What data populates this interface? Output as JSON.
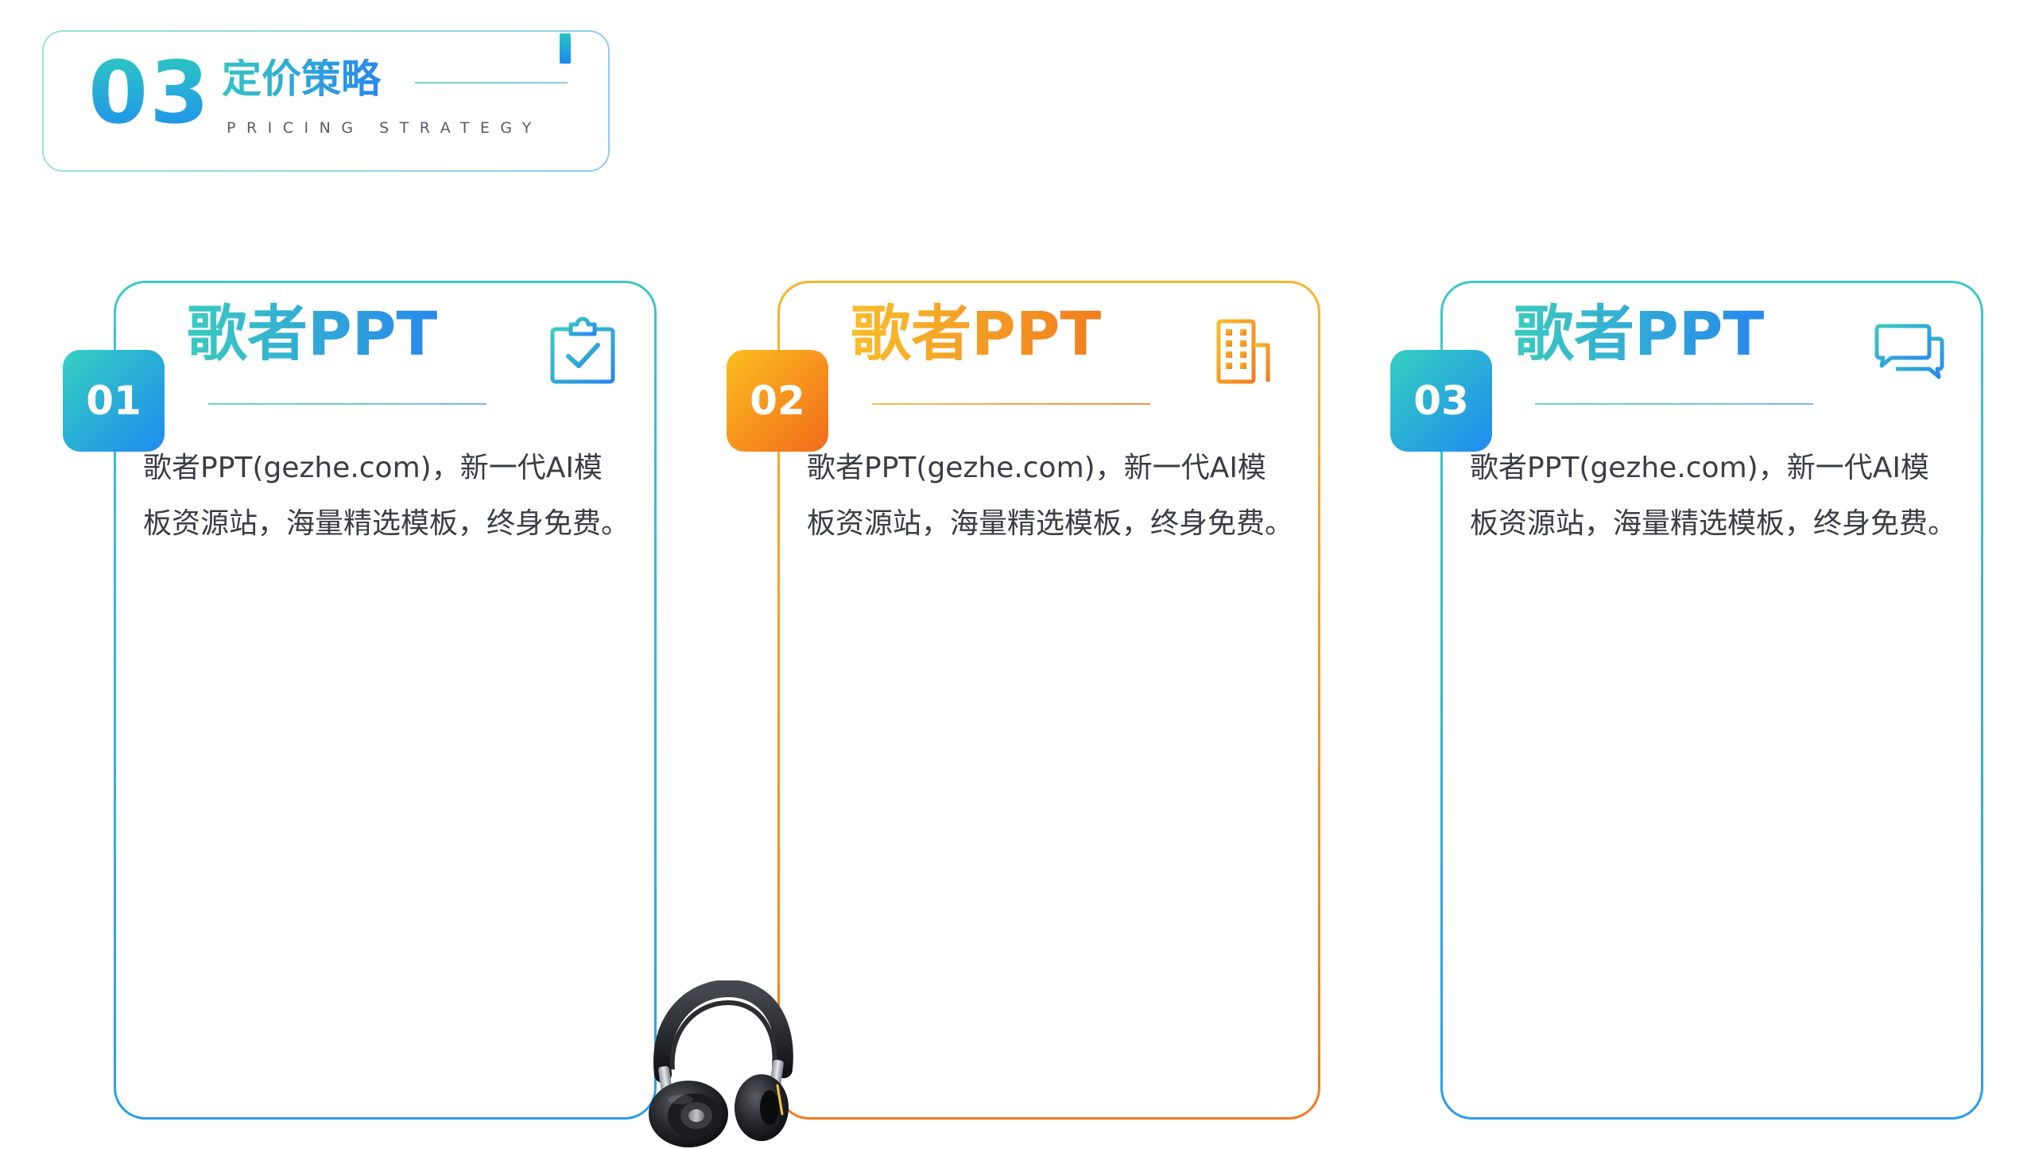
{
  "section": {
    "number": "03",
    "title": "定价策略",
    "subtitle": "PRICING STRATEGY"
  },
  "cards": [
    {
      "badge": "01",
      "title": "歌者PPT",
      "icon": "clipboard-check-icon",
      "accent": "blue",
      "body_line1": "歌者PPT(gezhe.com)，新一代AI模",
      "body_line2": "板资源站，海量精选模板，终身免费。"
    },
    {
      "badge": "02",
      "title": "歌者PPT",
      "icon": "building-icon",
      "accent": "orange",
      "body_line1": "歌者PPT(gezhe.com)，新一代AI模",
      "body_line2": "板资源站，海量精选模板，终身免费。"
    },
    {
      "badge": "03",
      "title": "歌者PPT",
      "icon": "chat-bubbles-icon",
      "accent": "blue",
      "body_line1": "歌者PPT(gezhe.com)，新一代AI模",
      "body_line2": "板资源站，海量精选模板，终身免费。"
    }
  ],
  "colors": {
    "blue_start": "#3ccbbf",
    "blue_end": "#2788ee",
    "orange_start": "#f8be2c",
    "orange_end": "#f27c1e",
    "body_text": "#3a3d44"
  },
  "decoration": {
    "icon": "headphones-icon"
  }
}
